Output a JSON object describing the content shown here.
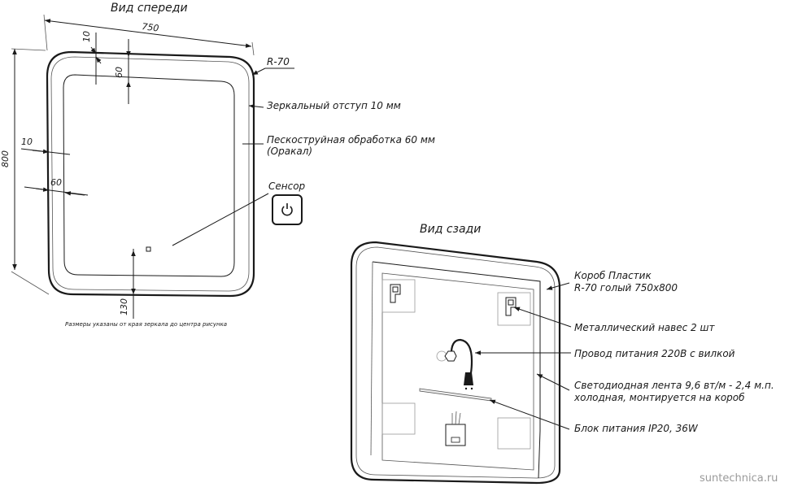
{
  "front": {
    "title": "Вид спереди",
    "width_dim": "750",
    "height_dim": "800",
    "radius": "R-70",
    "dim_10_top": "10",
    "dim_60_top": "60",
    "dim_10_left": "10",
    "dim_60_left": "60",
    "dim_130": "130",
    "callouts": {
      "mirror_offset": "Зеркальный отступ 10 мм",
      "sandblast": "Пескоструйная обработка 60 мм",
      "oracal": "(Оракал)",
      "sensor": "Сенсор"
    },
    "note": "Размеры указаны от края зеркала до центра рисунка"
  },
  "back": {
    "title": "Вид сзади",
    "callouts": {
      "box_line1": "Короб Пластик",
      "box_line2": "R-70 голый 750x800",
      "hanger": "Металлический навес 2 шт",
      "power_cord": "Провод питания 220В с вилкой",
      "led_line1": "Светодиодная лента 9,6 вт/м - 2,4 м.п.",
      "led_line2": "холодная, монтируется на короб",
      "psu": "Блок питания IP20, 36W"
    }
  },
  "watermark": "suntechnica.ru"
}
